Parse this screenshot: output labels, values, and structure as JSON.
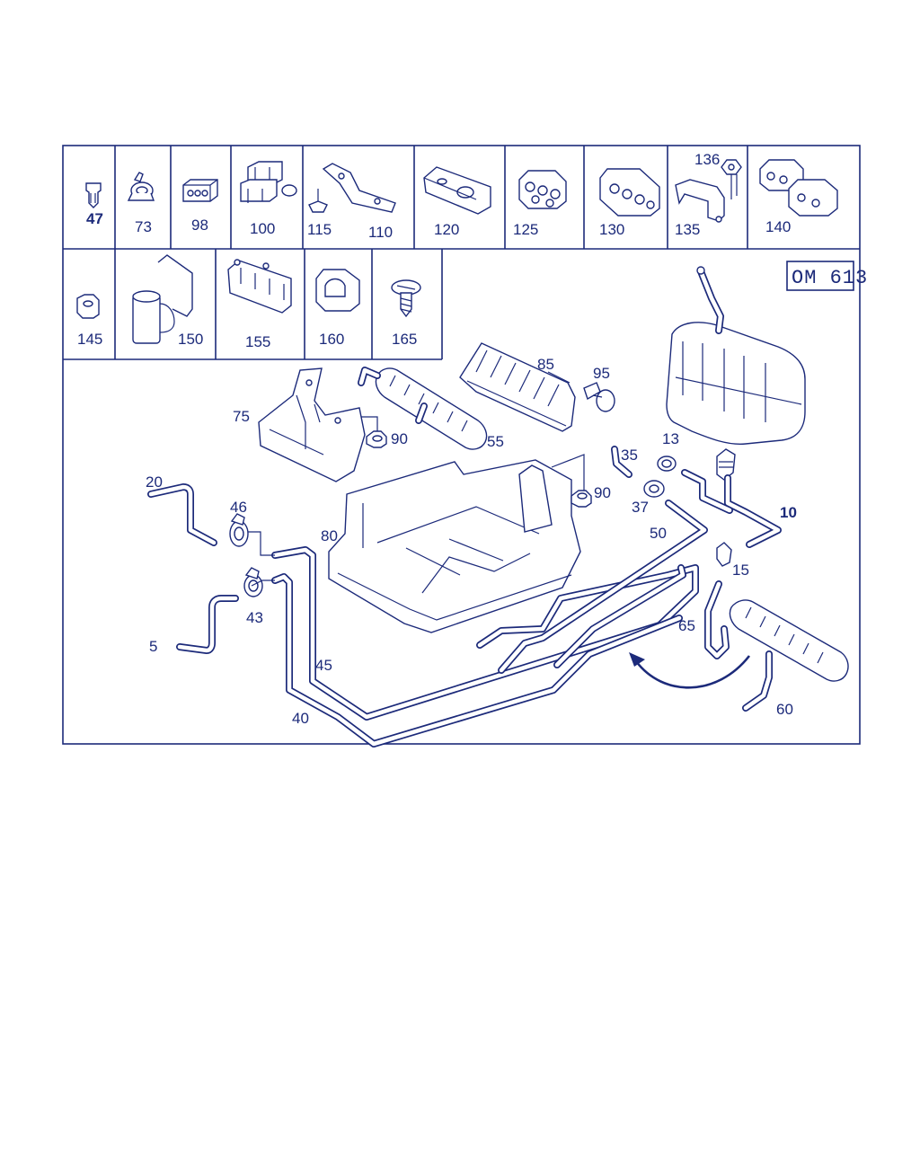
{
  "badge": "OM 613",
  "legend_row1": [
    "47",
    "73",
    "98",
    "100",
    "115",
    "110",
    "120",
    "125",
    "130",
    "136",
    "135",
    "140"
  ],
  "legend_row2": [
    "145",
    "150",
    "155",
    "160",
    "165"
  ],
  "main_labels": [
    "85",
    "95",
    "75",
    "90",
    "55",
    "13",
    "35",
    "20",
    "90",
    "46",
    "37",
    "10",
    "80",
    "50",
    "15",
    "43",
    "65",
    "5",
    "45",
    "40",
    "60"
  ]
}
